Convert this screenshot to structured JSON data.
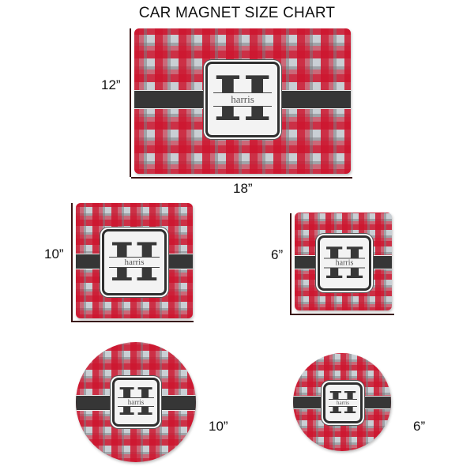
{
  "title": "CAR MAGNET SIZE CHART",
  "monogram": {
    "letter": "H",
    "name": "harris"
  },
  "colors": {
    "plaid_red": "#cd142d",
    "plaid_gray": "#c9cfd4",
    "band": "#363636",
    "dimension_line": "#3a1414"
  },
  "magnets": [
    {
      "shape": "rectangle",
      "width_label": "18”",
      "height_label": "12”"
    },
    {
      "shape": "square",
      "height_label": "10”"
    },
    {
      "shape": "square",
      "height_label": "6”"
    },
    {
      "shape": "circle",
      "diameter_label": "10”"
    },
    {
      "shape": "circle",
      "diameter_label": "6”"
    }
  ]
}
